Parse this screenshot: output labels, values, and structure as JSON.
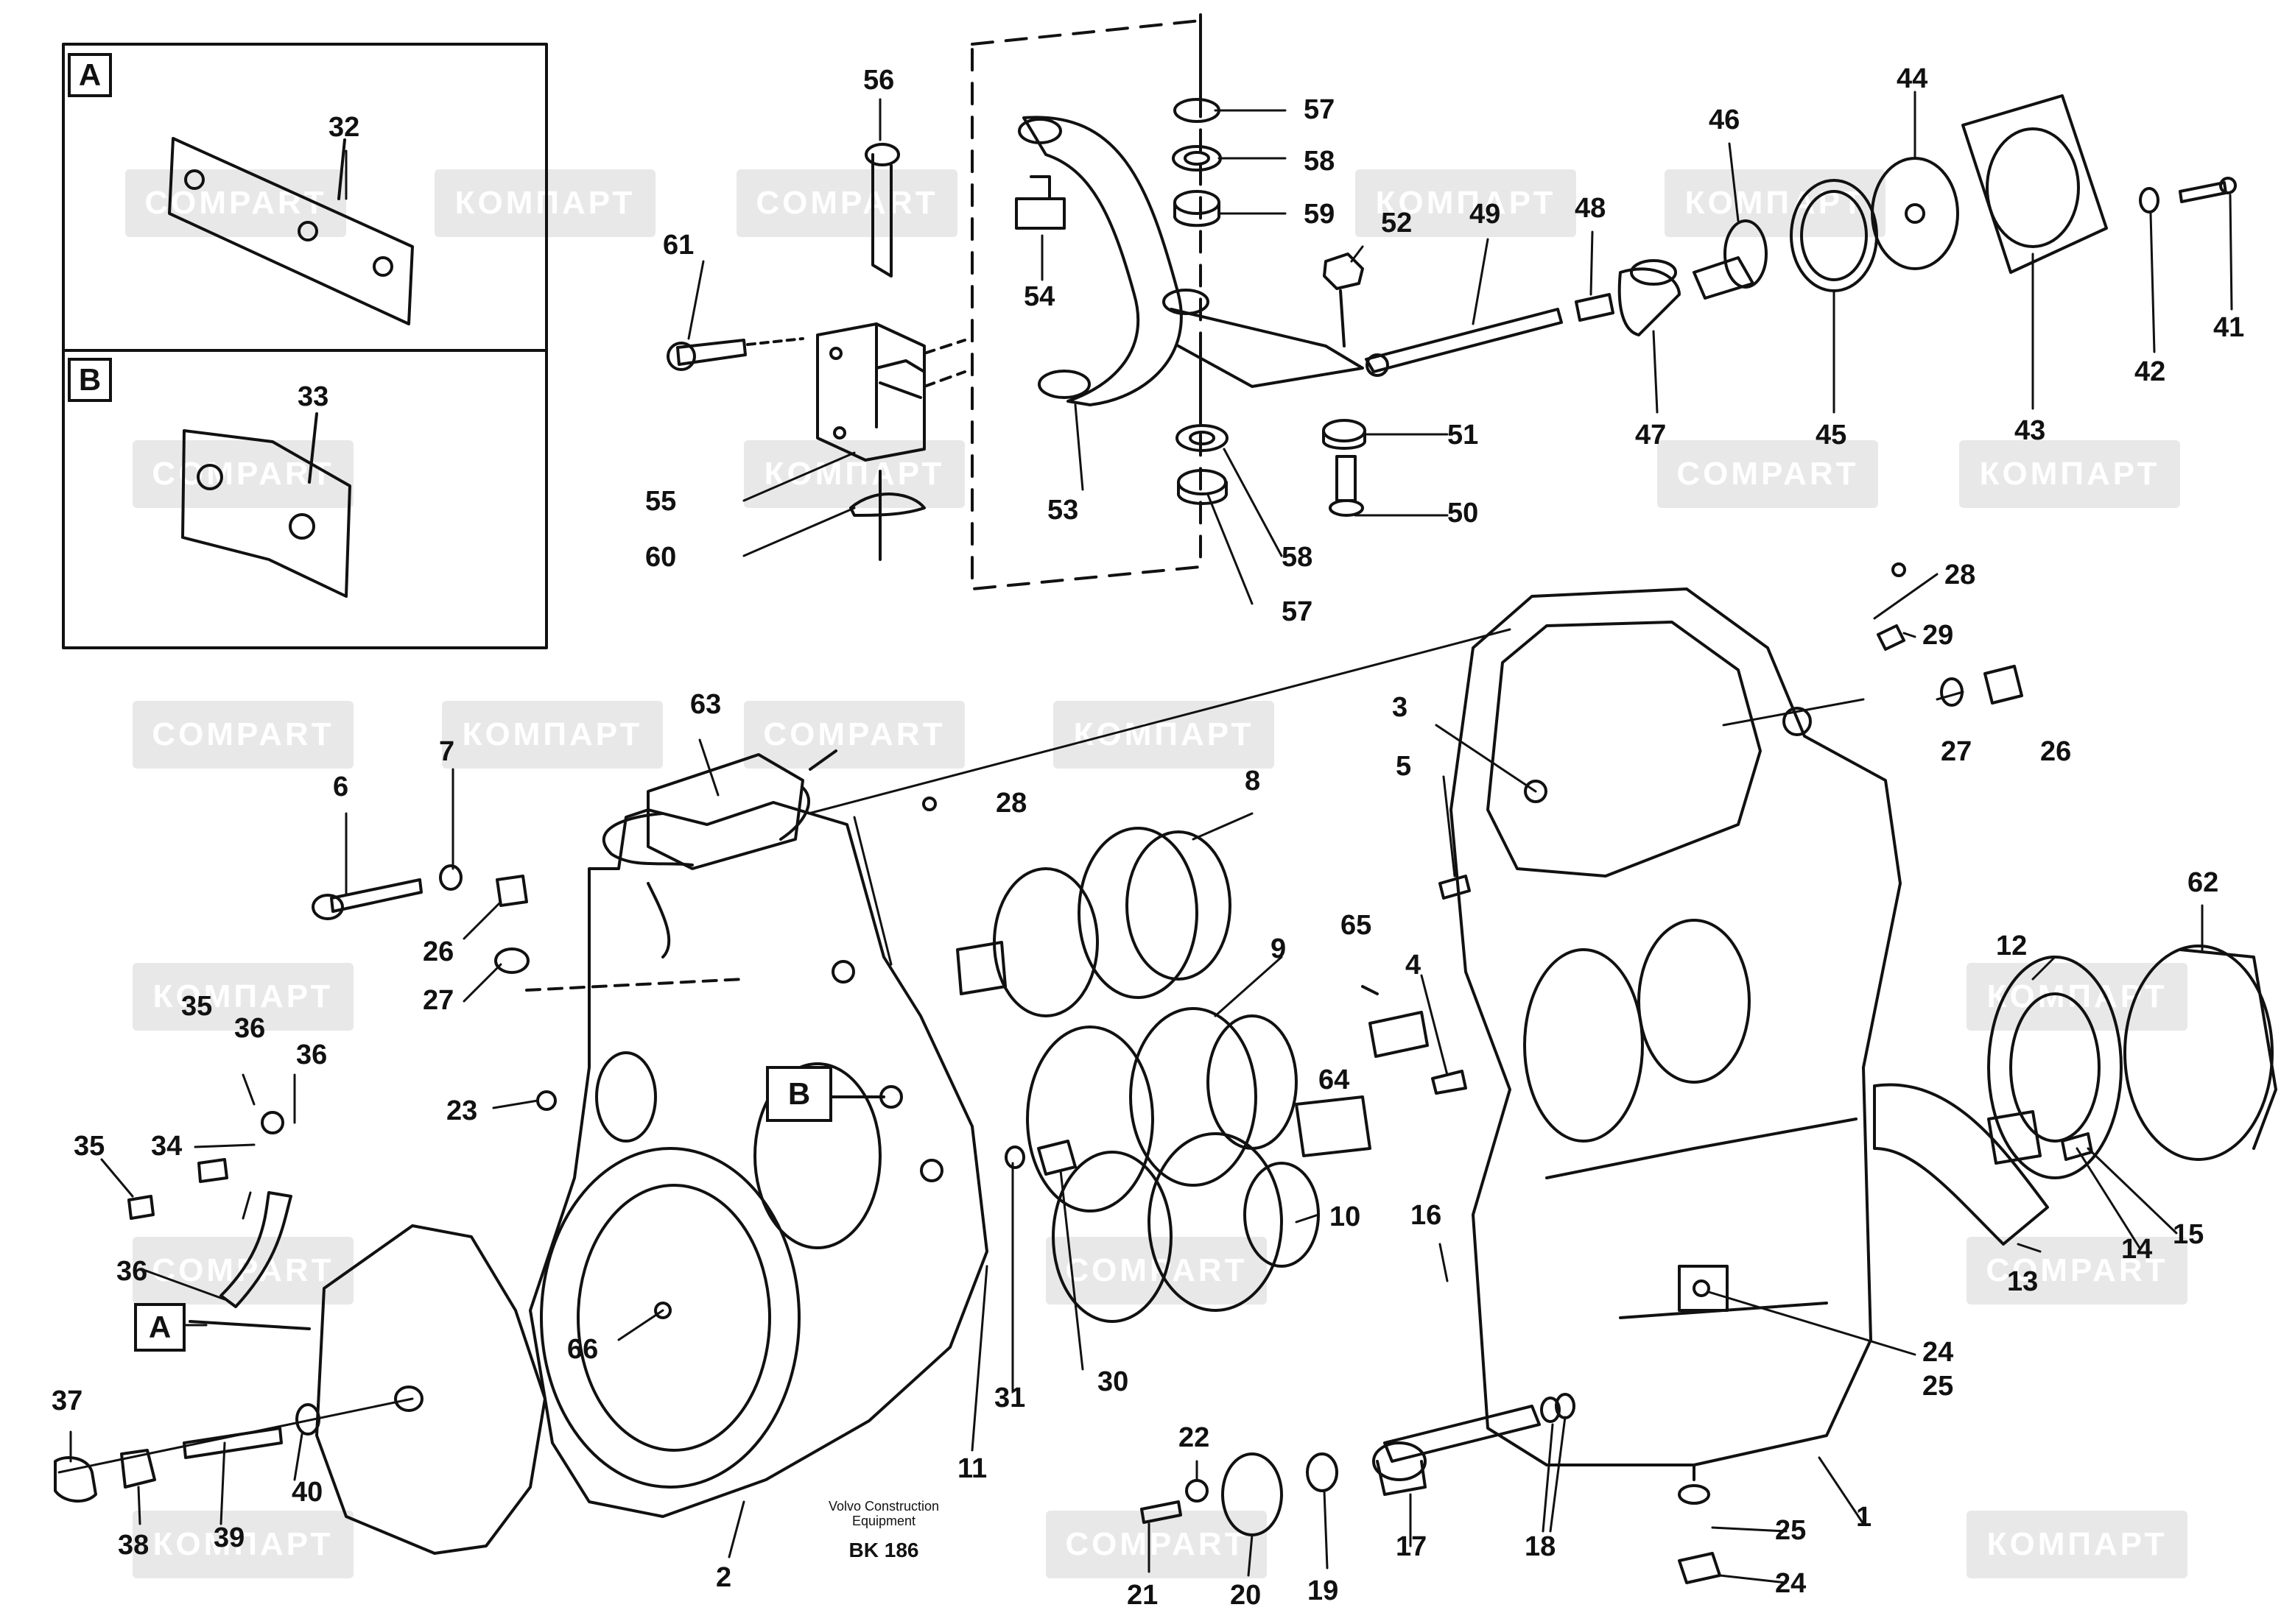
{
  "watermarks": {
    "latin": "COMPART",
    "cyrillic": "КОМПАРТ"
  },
  "detail_labels": {
    "a": "A",
    "b": "B"
  },
  "callouts": {
    "a": "A",
    "b": "B"
  },
  "caption": {
    "line1": "Volvo Construction",
    "line2": "Equipment",
    "code": "BK 186"
  },
  "parts": {
    "p1": "1",
    "p2": "2",
    "p3": "3",
    "p4": "4",
    "p5": "5",
    "p6": "6",
    "p7": "7",
    "p8": "8",
    "p9": "9",
    "p10": "10",
    "p11": "11",
    "p12": "12",
    "p13": "13",
    "p14": "14",
    "p15": "15",
    "p16": "16",
    "p17": "17",
    "p18": "18",
    "p19": "19",
    "p20": "20",
    "p21": "21",
    "p22": "22",
    "p23": "23",
    "p24a": "24",
    "p24b": "24",
    "p25a": "25",
    "p25b": "25",
    "p26a": "26",
    "p26b": "26",
    "p27a": "27",
    "p27b": "27",
    "p28a": "28",
    "p28b": "28",
    "p29": "29",
    "p30": "30",
    "p31": "31",
    "p32": "32",
    "p33": "33",
    "p34": "34",
    "p35a": "35",
    "p35b": "35",
    "p36a": "36",
    "p36b": "36",
    "p36c": "36",
    "p37": "37",
    "p38": "38",
    "p39": "39",
    "p40": "40",
    "p41": "41",
    "p42": "42",
    "p43": "43",
    "p44": "44",
    "p45": "45",
    "p46": "46",
    "p47": "47",
    "p48": "48",
    "p49": "49",
    "p50": "50",
    "p51": "51",
    "p52": "52",
    "p53": "53",
    "p54": "54",
    "p55": "55",
    "p56": "56",
    "p57a": "57",
    "p57b": "57",
    "p58a": "58",
    "p58b": "58",
    "p59": "59",
    "p60": "60",
    "p61": "61",
    "p62": "62",
    "p63": "63",
    "p64": "64",
    "p65": "65",
    "p66": "66"
  }
}
